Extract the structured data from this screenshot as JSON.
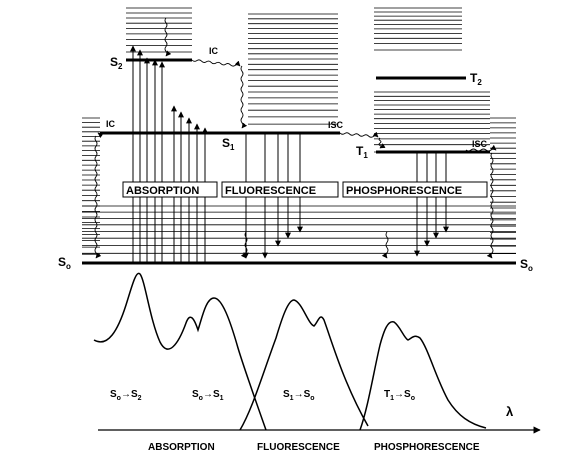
{
  "states": {
    "s2": "S",
    "s2_sub": "2",
    "s1": "S",
    "s1_sub": "1",
    "t2": "T",
    "t2_sub": "2",
    "t1": "T",
    "t1_sub": "1",
    "s0_left": "S",
    "s0_left_sub": "o",
    "s0_right": "S",
    "s0_right_sub": "o"
  },
  "processes": {
    "ic_upper": "IC",
    "ic_left": "IC",
    "isc_mid": "ISC",
    "isc_right": "ISC"
  },
  "boxes": {
    "absorption": "ABSORPTION",
    "fluorescence": "FLUORESCENCE",
    "phosphorescence": "PHOSPHORESCENCE"
  },
  "transitions": [
    {
      "from": "S",
      "from_sub": "o",
      "to": "S",
      "to_sub": "2"
    },
    {
      "from": "S",
      "from_sub": "o",
      "to": "S",
      "to_sub": "1"
    },
    {
      "from": "S",
      "from_sub": "1",
      "to": "S",
      "to_sub": "o"
    },
    {
      "from": "T",
      "from_sub": "1",
      "to": "S",
      "to_sub": "o"
    }
  ],
  "axis": {
    "lambda": "λ"
  },
  "bottom_labels": {
    "absorption": "ABSORPTION",
    "fluorescence": "FLUORESCENCE",
    "phosphorescence": "PHOSPHORESCENCE"
  }
}
